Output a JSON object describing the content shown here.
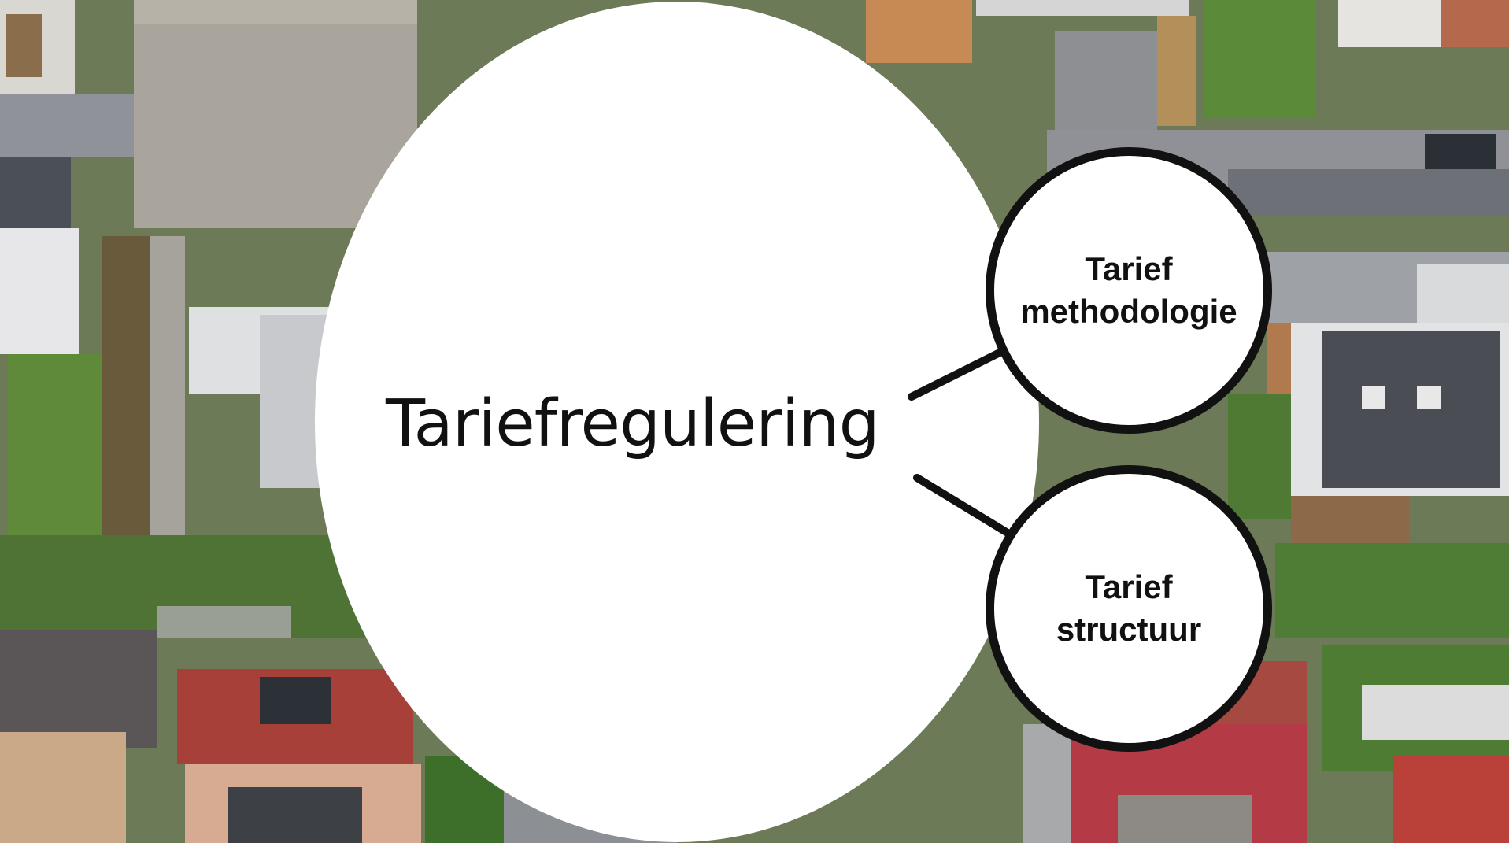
{
  "diagram": {
    "central_topic": "Tariefregulering",
    "nodes": [
      {
        "line1": "Tarief",
        "line2": "methodologie"
      },
      {
        "line1": "Tarief",
        "line2": "structuur"
      }
    ]
  },
  "colors": {
    "circle_fill": "#ffffff",
    "outline": "#111111",
    "text": "#111111"
  },
  "background": {
    "icon": "aerial-photo-residential-neighborhood"
  }
}
